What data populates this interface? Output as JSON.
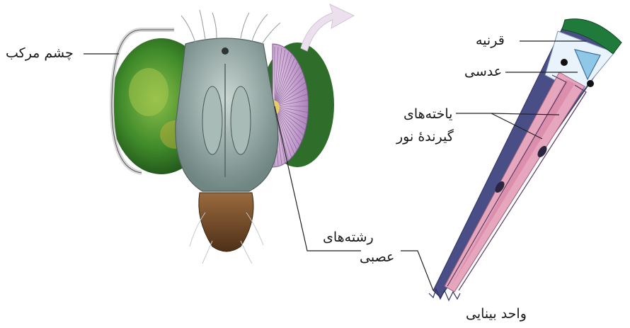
{
  "labels": {
    "compound_eye": "چشم مرکب",
    "nerve_fibers_line1": "رشته‌های",
    "nerve_fibers_line2": "عصبی",
    "cornea": "قرنیه",
    "lens": "عدسی",
    "photoreceptors_line1": "یاخته‌های",
    "photoreceptors_line2": "گیرندهٔ نور",
    "ommatidium": "واحد بینایی"
  },
  "colors": {
    "eye_green": "#3f8a2a",
    "eye_section_purple": "#b98fc4",
    "head_gray": "#8fa3a0",
    "mouthparts_brown": "#7a5232",
    "ommatidium_outer": "#4a4e86",
    "ommatidium_inner": "#e6a6bd",
    "cornea_green": "#1f7a3c",
    "lens_blue": "#8fc7e6",
    "arrow_lilac": "#ece0ee"
  }
}
